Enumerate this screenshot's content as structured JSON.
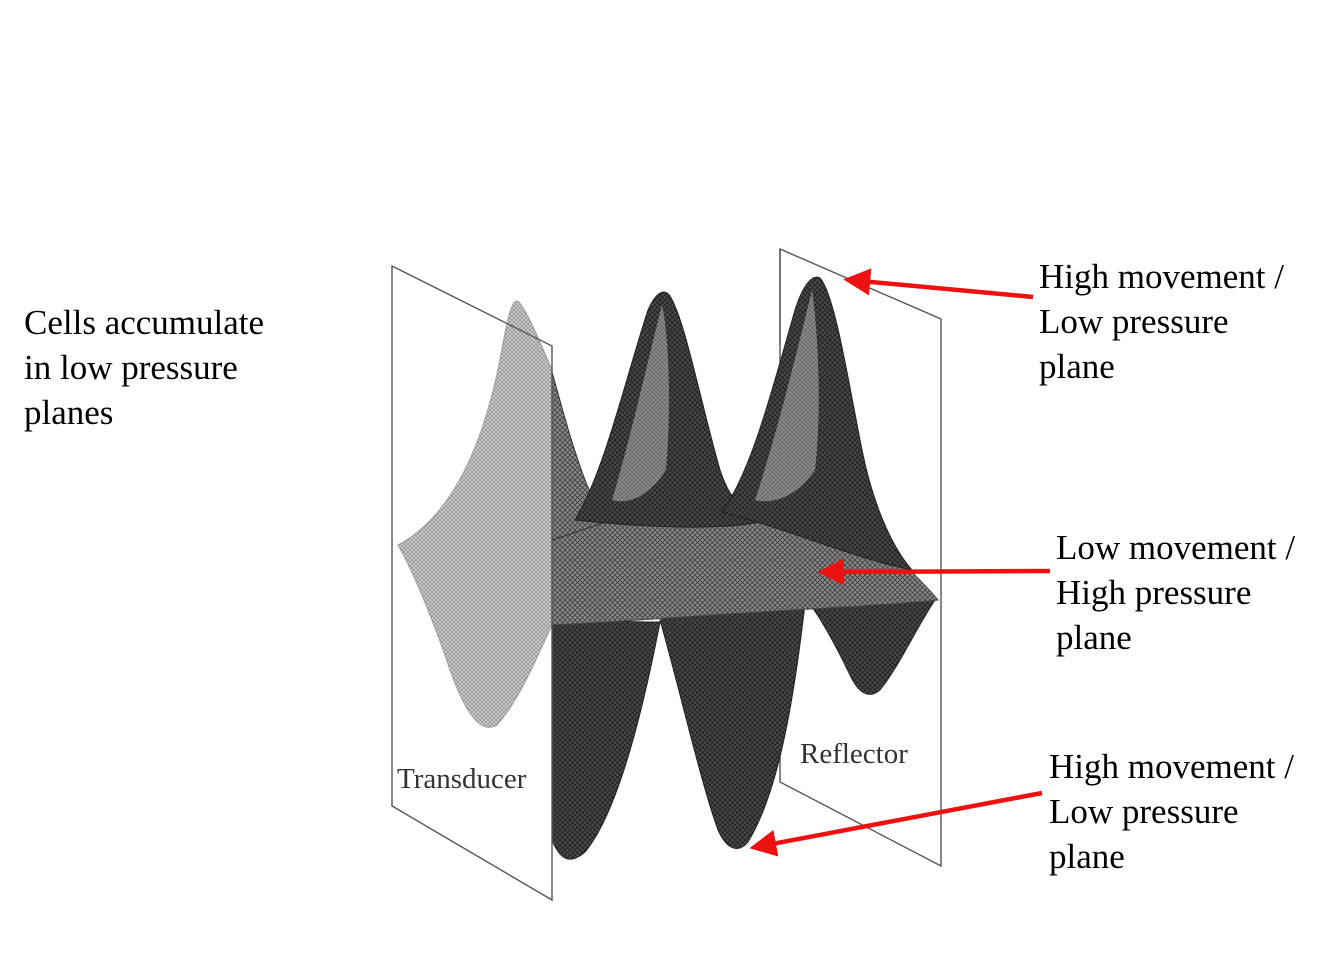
{
  "left_caption": {
    "line1": "Cells accumulate",
    "line2": "in low pressure",
    "line3": "planes"
  },
  "annotations": [
    {
      "line1": "High movement /",
      "line2": "Low pressure",
      "line3": "plane"
    },
    {
      "line1": "Low movement /",
      "line2": "High pressure",
      "line3": "plane"
    },
    {
      "line1": "High movement /",
      "line2": "Low pressure",
      "line3": "plane"
    }
  ],
  "plates": {
    "transducer": "Transducer",
    "reflector": "Reflector"
  },
  "colors": {
    "arrow": "#ee1111",
    "mesh_dark": "#3a3a3a",
    "mesh_light": "#bdbdbd"
  }
}
